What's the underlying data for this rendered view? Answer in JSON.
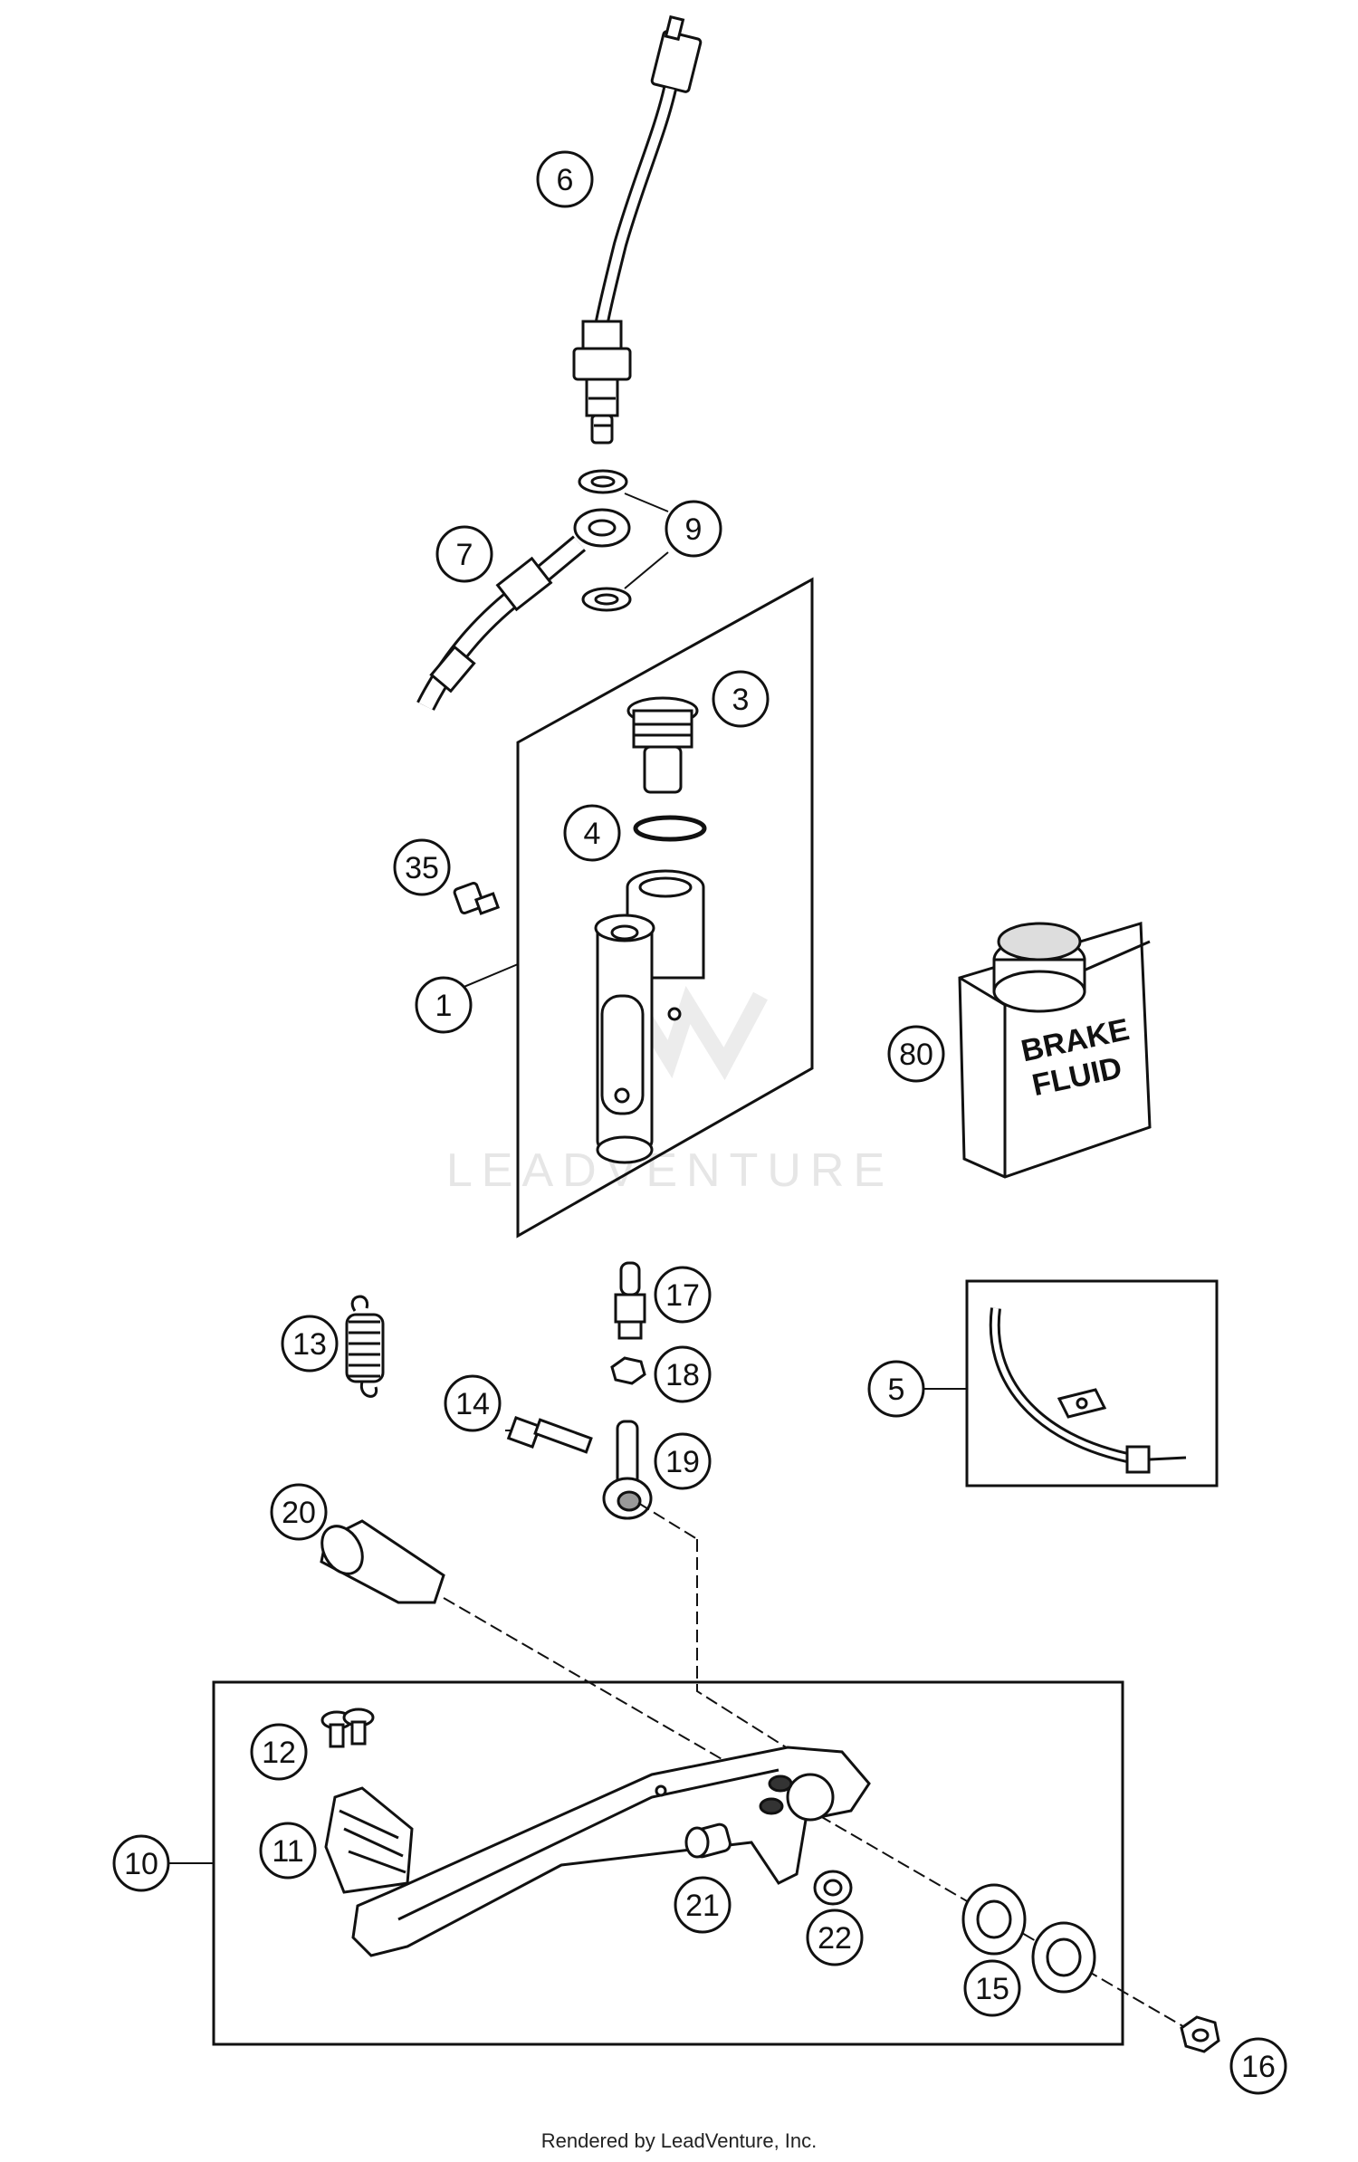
{
  "watermark": "LEADVENTURE",
  "footer": "Rendered by LeadVenture, Inc.",
  "fluid_can_label": [
    "BRAKE",
    "FLUID"
  ],
  "callouts": [
    "1",
    "3",
    "4",
    "5",
    "6",
    "7",
    "9",
    "10",
    "11",
    "12",
    "13",
    "14",
    "15",
    "16",
    "17",
    "18",
    "19",
    "20",
    "21",
    "22",
    "35",
    "80"
  ]
}
